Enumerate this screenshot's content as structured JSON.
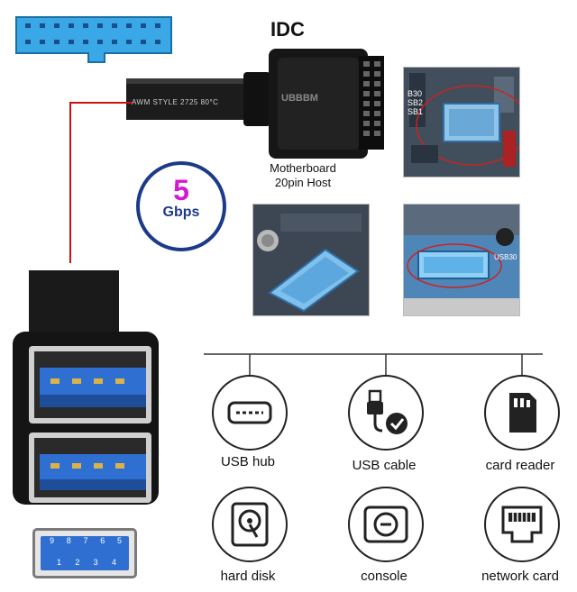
{
  "header": {
    "idc_label": "IDC"
  },
  "cable": {
    "print_text": "AWM  STYLE  2725  80°C",
    "connector_text": "UBBBM"
  },
  "host": {
    "line1": "Motherboard",
    "line2": "20pin Host"
  },
  "speed_badge": {
    "number": "5",
    "unit": "Gbps",
    "number_color": "#d31ad3",
    "unit_color": "#1b3a8a",
    "ring_color": "#1b3a8a"
  },
  "pinout": {
    "top": [
      "9",
      "8",
      "7",
      "6",
      "5"
    ],
    "bottom": [
      "1",
      "2",
      "3",
      "4"
    ]
  },
  "photo_labels": {
    "board1_a": "B30",
    "board1_b": "SB2",
    "board1_c": "SB1",
    "board3": "USB30"
  },
  "applications": [
    {
      "label": "USB hub",
      "icon": "usb-hub-icon"
    },
    {
      "label": "USB cable",
      "icon": "usb-cable-icon"
    },
    {
      "label": "card reader",
      "icon": "sd-card-icon"
    },
    {
      "label": "hard disk",
      "icon": "hard-disk-icon"
    },
    {
      "label": "console",
      "icon": "console-icon"
    },
    {
      "label": "network card",
      "icon": "network-card-icon"
    }
  ],
  "colors": {
    "usb_blue": "#2f6fd1",
    "connector_blue": "#3aa7e6",
    "guide_red": "#cc1111"
  }
}
